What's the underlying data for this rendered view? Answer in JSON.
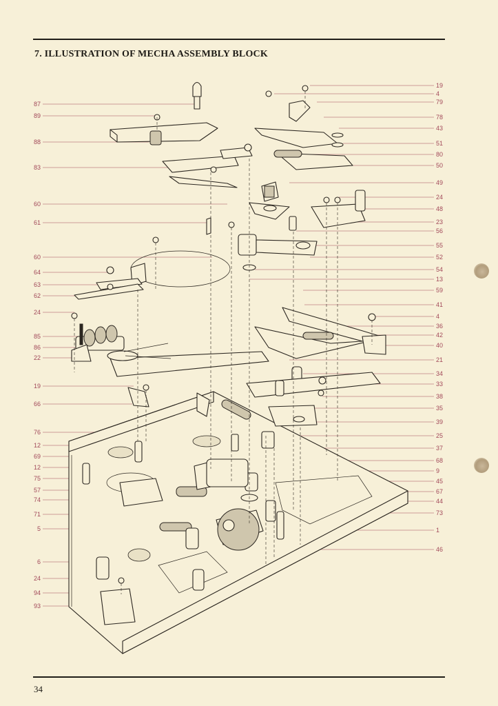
{
  "document": {
    "section_title": "7.  ILLUSTRATION OF MECHA ASSEMBLY BLOCK",
    "page_number": "34"
  },
  "callouts_left": [
    "87",
    "89",
    "88",
    "83",
    "60",
    "61",
    "60",
    "64",
    "63",
    "62",
    "24",
    "85",
    "86",
    "22",
    "19",
    "66",
    "76",
    "12",
    "69",
    "12",
    "75",
    "57",
    "74",
    "71",
    "5",
    "6",
    "24",
    "94",
    "93"
  ],
  "callouts_right": [
    "19",
    "4",
    "79",
    "78",
    "43",
    "51",
    "80",
    "50",
    "49",
    "24",
    "48",
    "23",
    "56",
    "55",
    "52",
    "54",
    "13",
    "59",
    "41",
    "4",
    "36",
    "42",
    "40",
    "21",
    "34",
    "33",
    "38",
    "35",
    "39",
    "25",
    "37",
    "68",
    "9",
    "45",
    "67",
    "44",
    "73",
    "1",
    "46"
  ],
  "colors": {
    "paper": "#f7f0d8",
    "ink": "#1f1c17",
    "callout": "#a2495a"
  }
}
